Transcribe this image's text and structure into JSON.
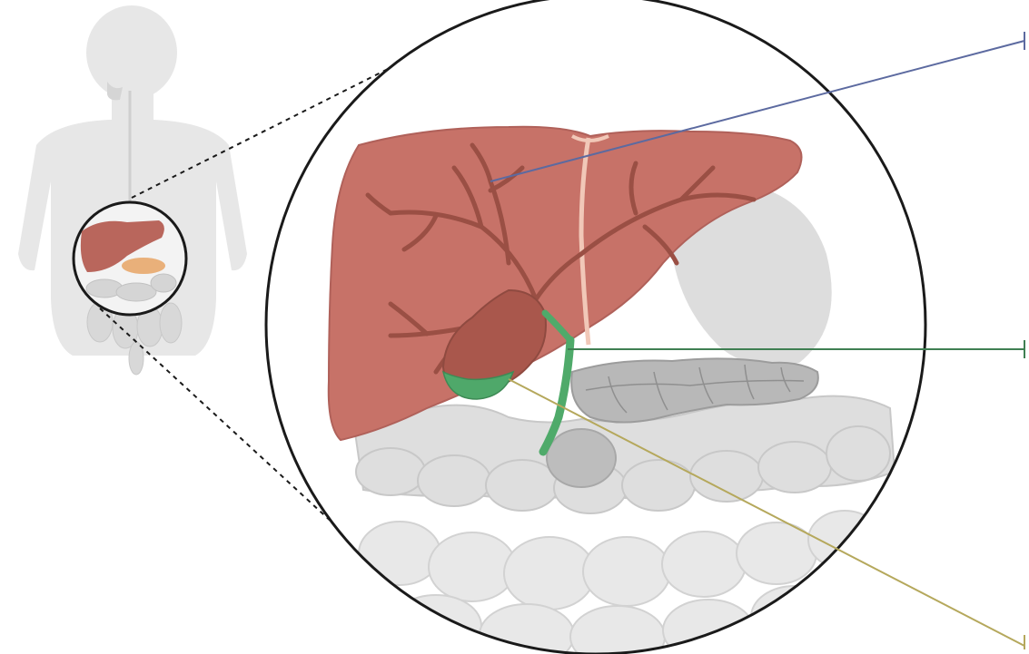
{
  "figure": {
    "subject": "liver-anatomy-illustration",
    "palette": {
      "background": "#ffffff",
      "body_silhouette": "#e6e6e6",
      "liver": "#c9736a",
      "liver_veins": "#9a4f44",
      "gallbladder": "#a9584d",
      "bile_duct": "#4faa6a",
      "pancreas": "#bdbdbd",
      "intestine": "#d9d9d9",
      "stomach_shadow": "#d0d0d0",
      "outline": "#1a1a1a",
      "leader_blue": "#5c6aa0",
      "leader_green": "#3f7f52",
      "leader_yellow": "#b5a85c"
    },
    "callouts": [
      {
        "name": "liver-leader",
        "color": "#5c6aa0",
        "label": ""
      },
      {
        "name": "bile-duct-leader",
        "color": "#3f7f52",
        "label": ""
      },
      {
        "name": "gallbladder-leader",
        "color": "#b5a85c",
        "label": ""
      }
    ]
  }
}
